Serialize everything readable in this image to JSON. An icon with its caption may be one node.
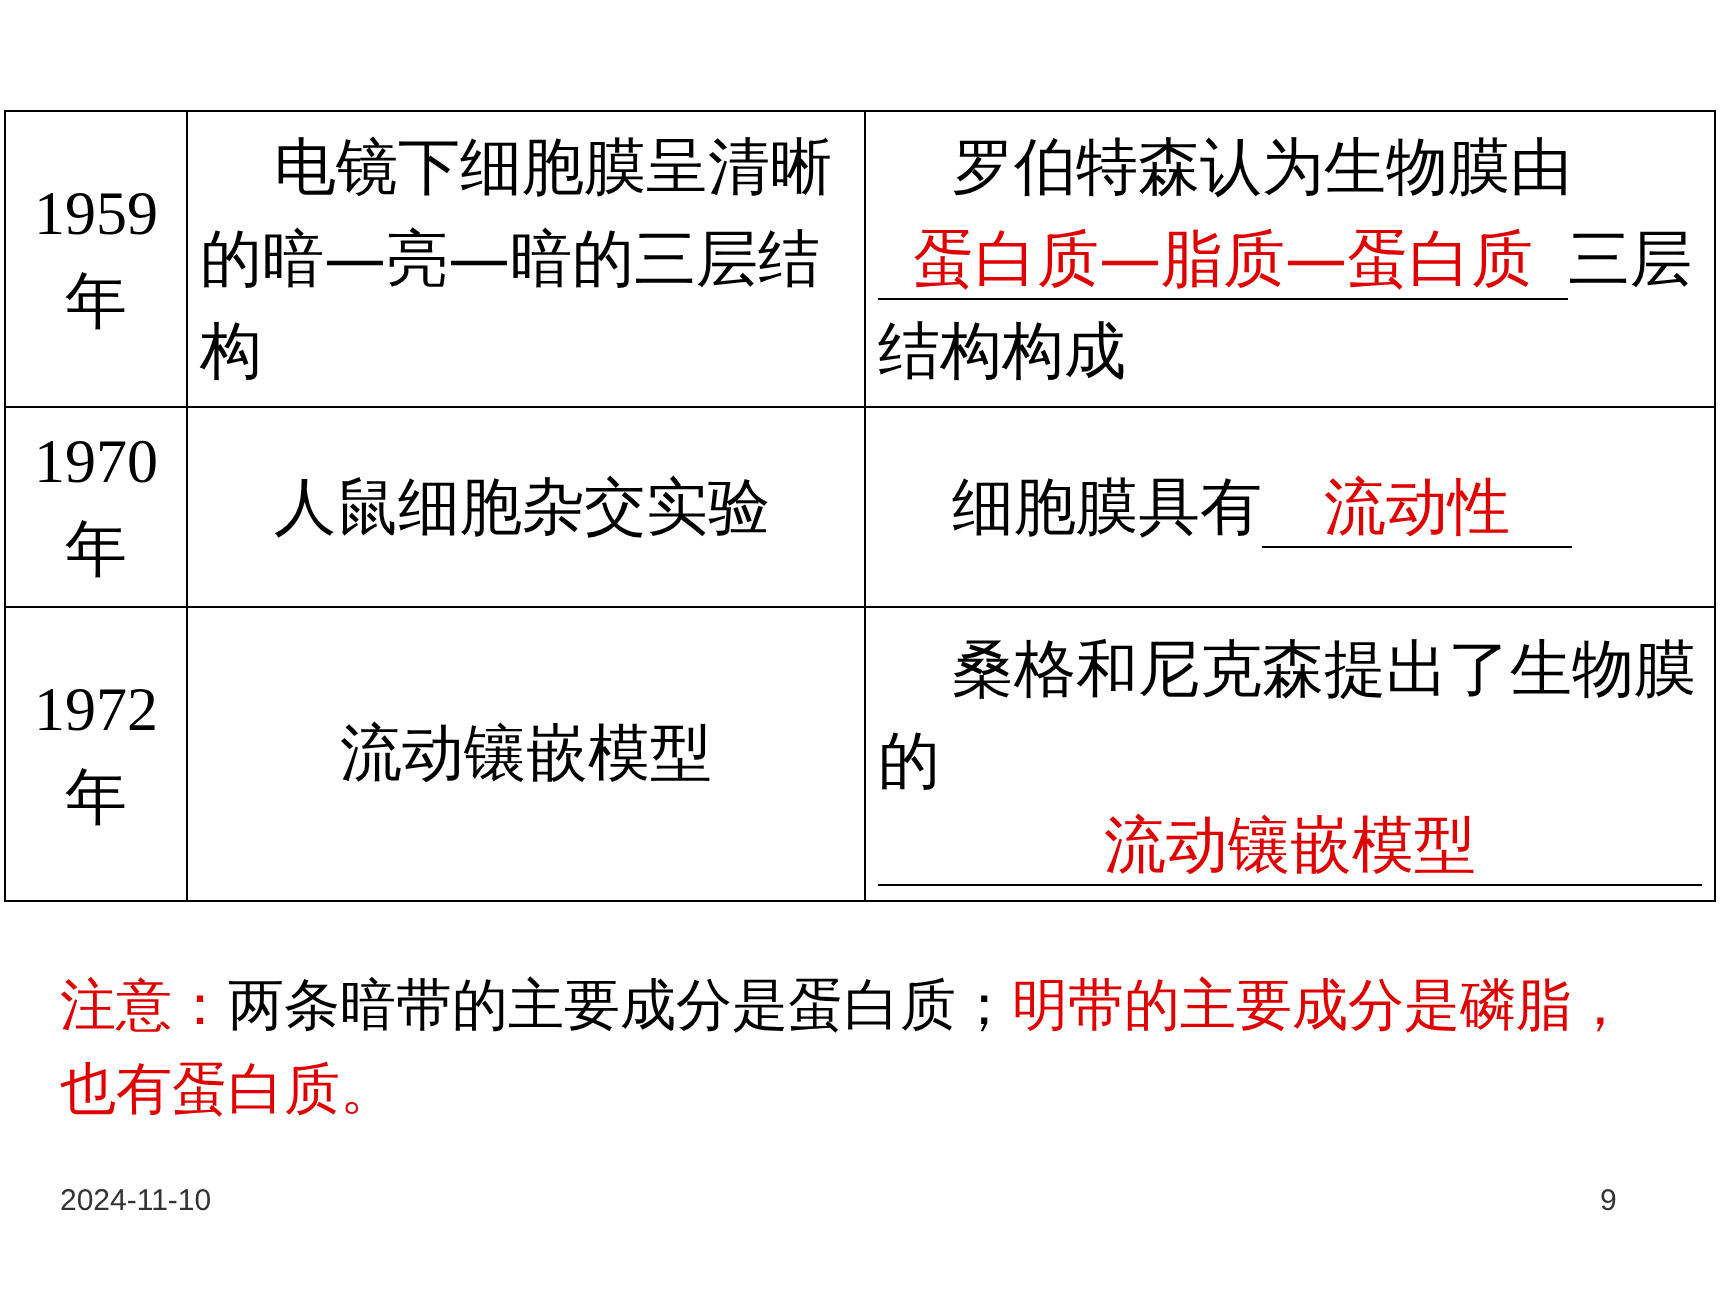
{
  "diagram": {
    "labels": [
      "1959年",
      "电镜下细胞膜呈清晰的暗—亮—暗的三层结构",
      "罗伯特森认为生物膜由",
      "蛋白质—脂质—蛋白质",
      "三层结构构成",
      "1970年",
      "人鼠细胞杂交实验",
      "细胞膜具有",
      "流动性",
      "1972年",
      "流动镶嵌模型",
      "桑格和尼克森提出了生物膜的",
      "流动镶嵌模型",
      "注意：",
      "两条暗带的主要成分是蛋白质；",
      "明带的主要成分是磷脂，也有蛋白质。",
      "2024-11-10",
      "9"
    ]
  }
}
